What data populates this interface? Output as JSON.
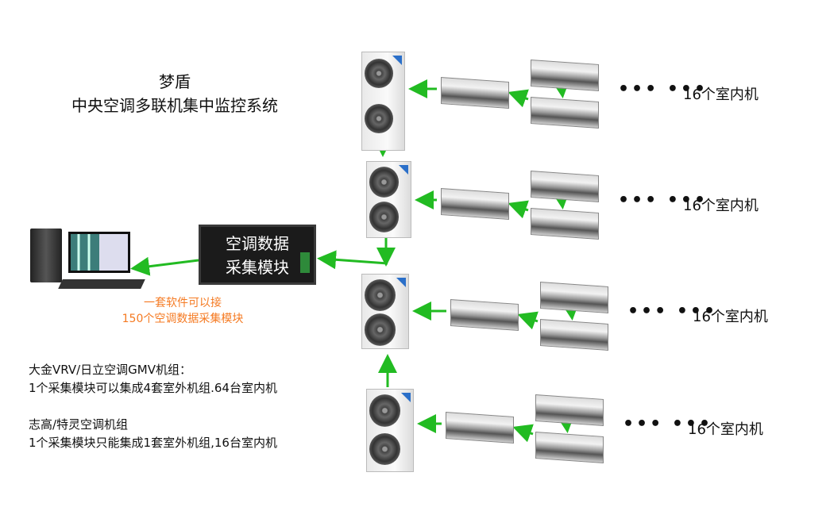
{
  "title": {
    "line1": "梦盾",
    "line2": "中央空调多联机集中监控系统"
  },
  "module": {
    "line1": "空调数据",
    "line2": "采集模块"
  },
  "software_note": {
    "line1": "一套软件可以接",
    "line2": "150个空调数据采集模块"
  },
  "notes": {
    "group1_title": "大金VRV/日立空调GMV机组：",
    "group1_desc": "1个采集模块可以集成4套室外机组.64台室内机",
    "group2_title": "志高/特灵空调机组",
    "group2_desc": "1个采集模块只能集成1套室外机组,16台室内机"
  },
  "rows": [
    {
      "dots": "••• •••",
      "label": "16个室内机"
    },
    {
      "dots": "••• •••",
      "label": "16个室内机"
    },
    {
      "dots": "••• •••",
      "label": "16个室内机"
    },
    {
      "dots": "••• •••",
      "label": "16个室内机"
    }
  ],
  "colors": {
    "arrow": "#22bb22",
    "note_text": "#f57a22",
    "brand_logo": "#2a6fc9"
  }
}
